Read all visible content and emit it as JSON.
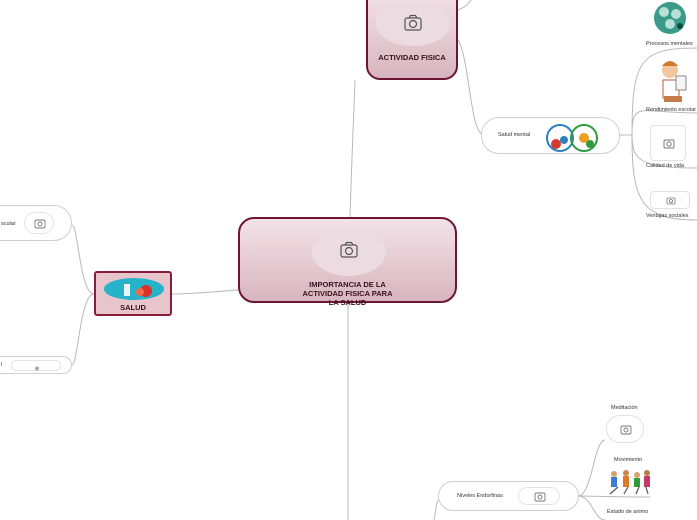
{
  "central": {
    "label": "IMPORTANCIA DE LA ACTIVIDAD FISICA PARA LA SALUD"
  },
  "actividad_fisica": {
    "label": "ACTIVIDAD FISICA"
  },
  "salud": {
    "label": "SALUD"
  },
  "salud_mental": {
    "label": "Salud mental"
  },
  "right_items": {
    "procesos": "Procesos mentales",
    "rendimiento": "Rendimiento escolar",
    "calidad": "Calidad de vida",
    "ventajas": "Ventajas sociales"
  },
  "left_items": {
    "cardio_partial": "scular",
    "bottom_partial": "l"
  },
  "bottom_items": {
    "endorfinas": "Niveles Endorfinas",
    "meditacion": "Meditación",
    "movimiento": "Movimiento",
    "estado": "Estado de animo"
  },
  "colors": {
    "border": "#6d1538",
    "fill_top": "#f2e3e8",
    "fill_bottom": "#d8b5bf",
    "link": "#b5b5b5"
  }
}
